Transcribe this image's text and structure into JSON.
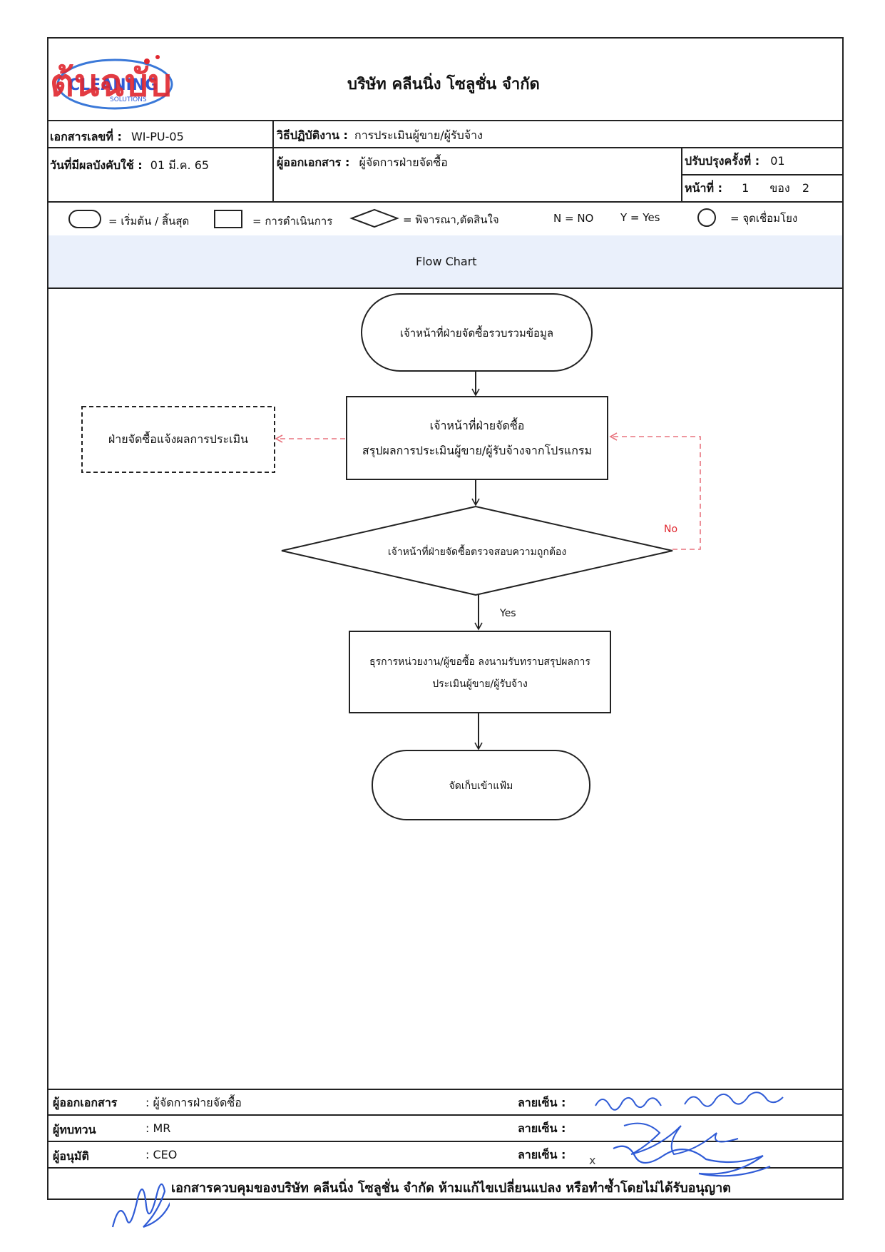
{
  "header": {
    "company": "บริษัท คลีนนิ่ง โซลูชั่น จำกัด",
    "stamp_text": "ต้นฉบับ",
    "logo_text": "CLEANING",
    "logo_sub": "SOLUTIONS"
  },
  "meta": {
    "doc_no_label": "เอกสารเลขที่ :",
    "doc_no": "WI-PU-05",
    "procedure_label": "วิธีปฏิบัติงาน :",
    "procedure": "การประเมินผู้ขาย/ผู้รับจ้าง",
    "effective_label": "วันที่มีผลบังคับใช้ :",
    "effective": "01 มี.ค. 65",
    "issuer_label": "ผู้ออกเอกสาร :",
    "issuer": "ผู้จัดการฝ่ายจัดซื้อ",
    "revision_label": "ปรับปรุงครั้งที่ :",
    "revision": "01",
    "page_label": "หน้าที่ :",
    "page_no": "1",
    "page_of_label": "ของ",
    "page_total": "2"
  },
  "legend": {
    "terminal": "= เริ่มต้น / สิ้นสุด",
    "process": "= การดำเนินการ",
    "decision": "= พิจารณา,ตัดสินใจ",
    "no_key": "N = NO",
    "yes_key": "Y = Yes",
    "connector": "= จุดเชื่อมโยง"
  },
  "section_title": "Flow Chart",
  "flow": {
    "start": "เจ้าหน้าที่ฝ่ายจัดซื้อรวบรวมข้อมูล",
    "step1_line1": "เจ้าหน้าที่ฝ่ายจัดซื้อ",
    "step1_line2": "สรุปผลการประเมินผู้ขาย/ผู้รับจ้างจากโปรแกรม",
    "notify": "ฝ่ายจัดซื้อแจ้งผลการประเมิน",
    "decision": "เจ้าหน้าที่ฝ่ายจัดซื้อตรวจสอบความถูกต้อง",
    "no_label": "No",
    "yes_label": "Yes",
    "step2_line1": "ธุรการหน่วยงาน/ผู้ขอซื้อ ลงนามรับทราบสรุปผลการ",
    "step2_line2": "ประเมินผู้ขาย/ผู้รับจ้าง",
    "end": "จัดเก็บเข้าแฟ้ม"
  },
  "signoff": {
    "rows": [
      {
        "role": "ผู้ออกเอกสาร",
        "value": ": ผู้จัดการฝ่ายจัดซื้อ",
        "sign_label": "ลายเซ็น :"
      },
      {
        "role": "ผู้ทบทวน",
        "value": ": MR",
        "sign_label": "ลายเซ็น :"
      },
      {
        "role": "ผู้อนุมัติ",
        "value": ": CEO",
        "sign_label": "ลายเซ็น :"
      }
    ],
    "footer": "เอกสารควบคุมของบริษัท คลีนนิ่ง โซลูชั่น จำกัด ห้ามแก้ไขเปลี่ยนแปลง หรือทำซ้ำโดยไม่ได้รับอนุญาต"
  },
  "colors": {
    "band": "#eaf0fb",
    "dashed_red": "#e8737e",
    "stamp_red": "#e0262e",
    "signature_blue": "#2f5bd6"
  }
}
